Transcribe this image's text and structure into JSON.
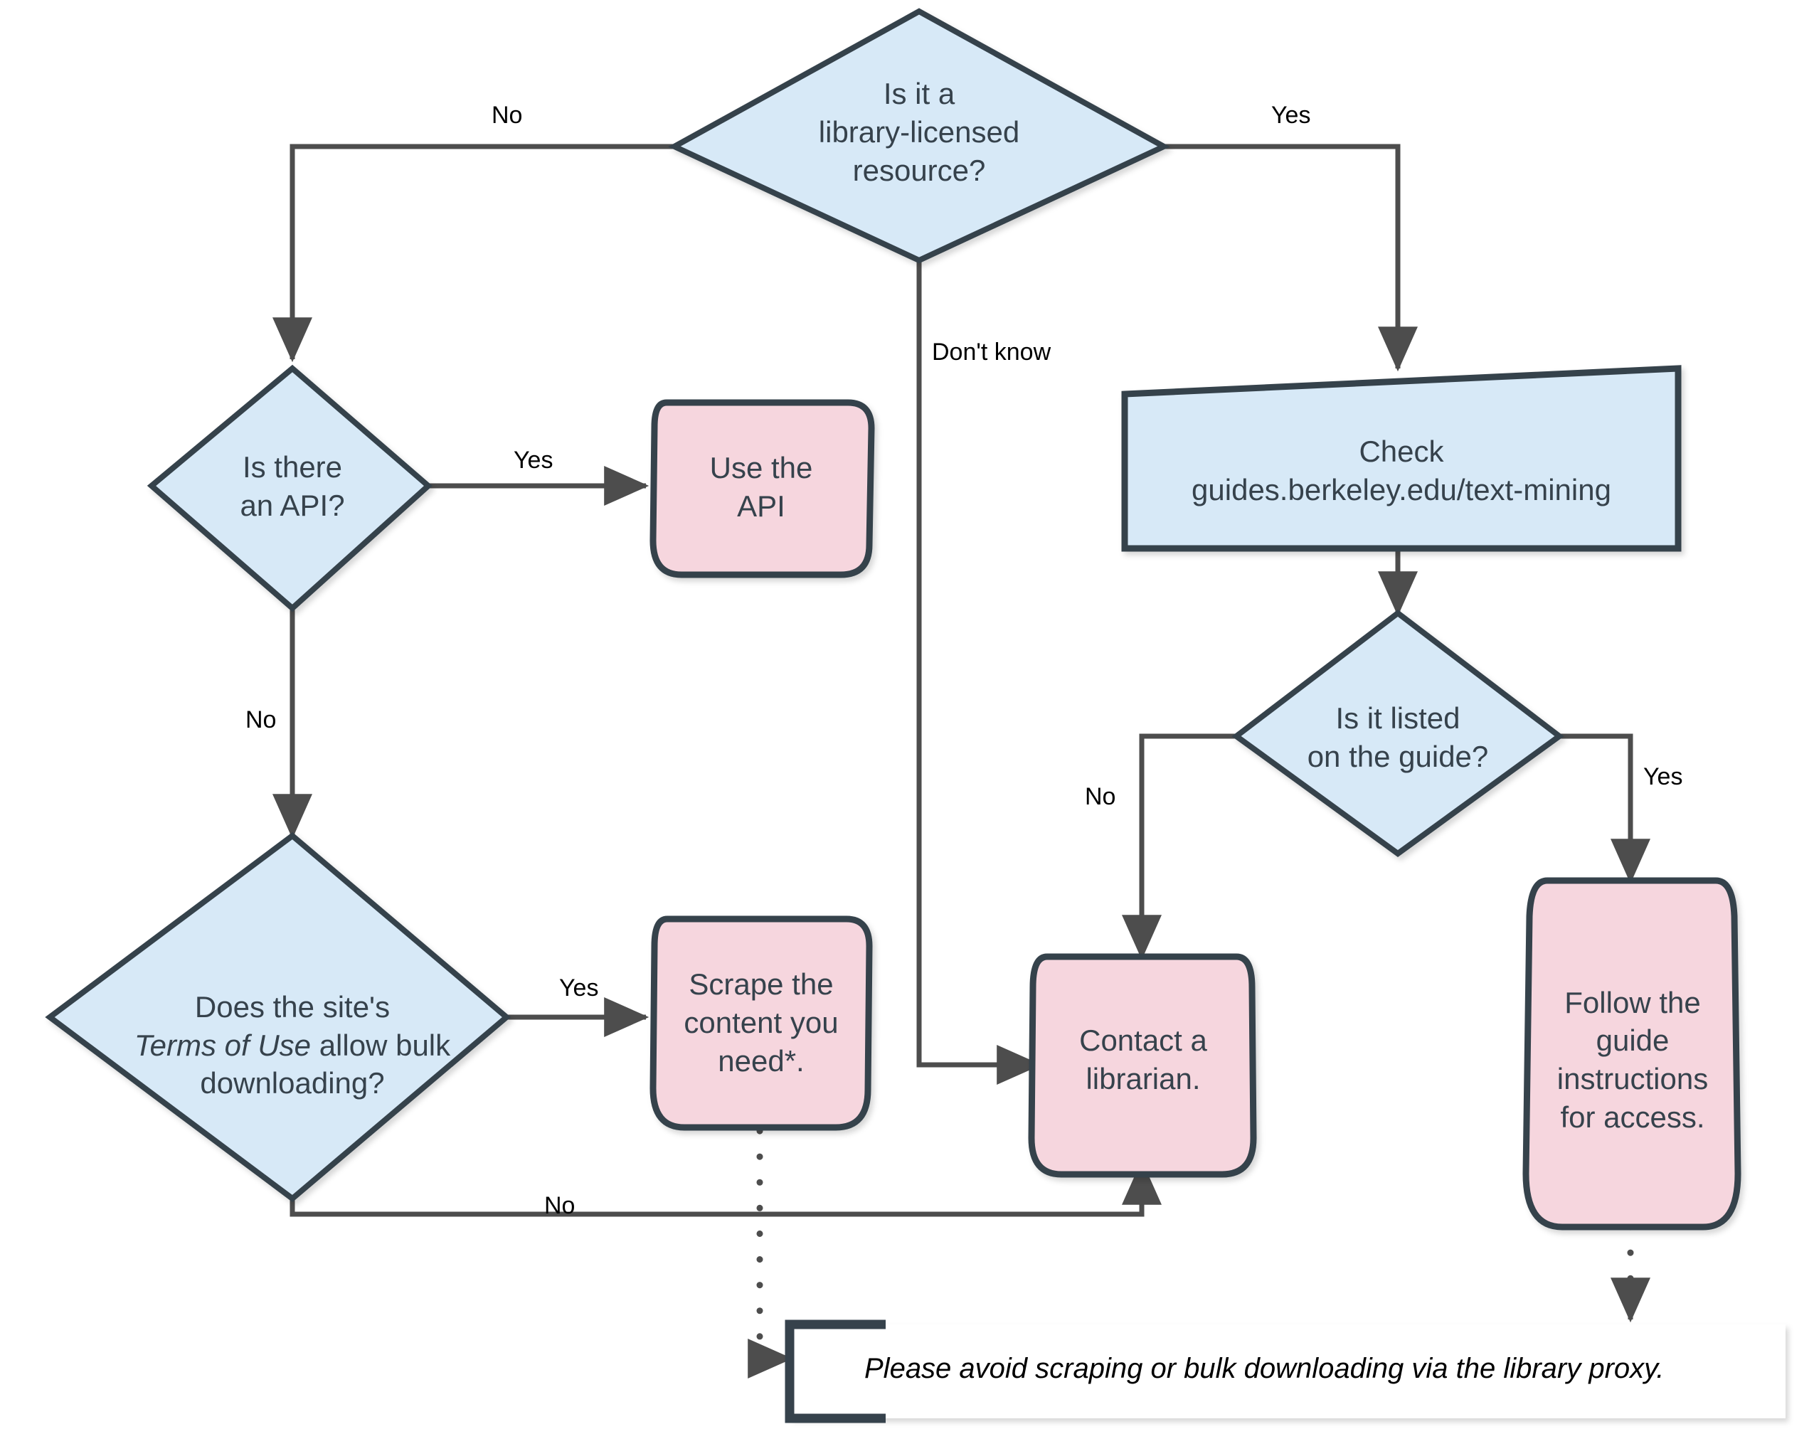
{
  "diagram": {
    "title": "Text mining access decision flowchart",
    "colors": {
      "decision_fill": "#d7e9f7",
      "action_fill": "#f6d6de",
      "stroke": "#36424c",
      "edge": "#4d4d4d",
      "text": "#36424c",
      "label_text": "#000000",
      "background": "#ffffff"
    },
    "nodes": [
      {
        "id": "q-library-licensed",
        "type": "decision",
        "shape": "diamond",
        "text": "Is it a\nlibrary-licensed\nresource?",
        "font_size": 42
      },
      {
        "id": "q-api",
        "type": "decision",
        "shape": "diamond",
        "text": "Is there\nan API?",
        "font_size": 42
      },
      {
        "id": "a-use-api",
        "type": "action",
        "shape": "rounded",
        "text": "Use the\nAPI",
        "font_size": 42
      },
      {
        "id": "p-check-guide",
        "type": "process",
        "shape": "skewed-rect",
        "text": "Check\nguides.berkeley.edu/text-mining",
        "font_size": 42
      },
      {
        "id": "q-listed",
        "type": "decision",
        "shape": "diamond",
        "text": "Is it listed\non the guide?",
        "font_size": 42
      },
      {
        "id": "q-terms",
        "type": "decision",
        "shape": "diamond",
        "text_parts": [
          "Does the site's\n",
          "Terms of Use",
          " allow bulk\ndownloading?"
        ],
        "text": "Does the site's\nTerms of Use allow bulk\ndownloading?",
        "font_size": 42
      },
      {
        "id": "a-scrape",
        "type": "action",
        "shape": "rounded",
        "text": "Scrape the\ncontent you\nneed*.",
        "font_size": 42
      },
      {
        "id": "a-contact-librarian",
        "type": "action",
        "shape": "rounded",
        "text": "Contact a\nlibrarian.",
        "font_size": 42
      },
      {
        "id": "a-follow-guide",
        "type": "action",
        "shape": "rounded",
        "text": "Follow the\nguide\ninstructions\nfor access.",
        "font_size": 42
      },
      {
        "id": "note-proxy",
        "type": "note",
        "shape": "bracket-note",
        "text": "Please avoid scraping or bulk downloading via the library proxy.",
        "font_size": 40,
        "italic": true
      }
    ],
    "edges": [
      {
        "from": "q-library-licensed",
        "to": "q-api",
        "label": "No"
      },
      {
        "from": "q-library-licensed",
        "to": "p-check-guide",
        "label": "Yes"
      },
      {
        "from": "q-library-licensed",
        "to": "a-contact-librarian",
        "label": "Don't know"
      },
      {
        "from": "q-api",
        "to": "a-use-api",
        "label": "Yes"
      },
      {
        "from": "q-api",
        "to": "q-terms",
        "label": "No"
      },
      {
        "from": "q-terms",
        "to": "a-scrape",
        "label": "Yes"
      },
      {
        "from": "q-terms",
        "to": "a-contact-librarian",
        "label": "No"
      },
      {
        "from": "p-check-guide",
        "to": "q-listed",
        "label": ""
      },
      {
        "from": "q-listed",
        "to": "a-contact-librarian",
        "label": "No"
      },
      {
        "from": "q-listed",
        "to": "a-follow-guide",
        "label": "Yes"
      },
      {
        "from": "a-scrape",
        "to": "note-proxy",
        "label": "",
        "style": "dotted"
      },
      {
        "from": "a-follow-guide",
        "to": "note-proxy",
        "label": "",
        "style": "dotted"
      }
    ],
    "labels": {
      "top_no": "No",
      "top_yes": "Yes",
      "dont_know": "Don't know",
      "api_yes": "Yes",
      "api_no": "No",
      "terms_yes": "Yes",
      "terms_no": "No",
      "listed_no": "No",
      "listed_yes": "Yes"
    },
    "note": {
      "text": "Please avoid scraping or bulk downloading via the library proxy."
    }
  }
}
